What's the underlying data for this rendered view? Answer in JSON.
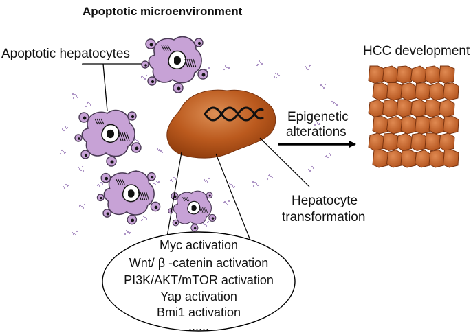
{
  "title": "Apoptotic microenvironment",
  "labels": {
    "apoptotic_hepatocytes": "Apoptotic hepatocytes",
    "hcc_development": "HCC development",
    "epigenetic_line1": "Epigenetic",
    "epigenetic_line2": "alterations",
    "transformation_line1": "Hepatocyte",
    "transformation_line2": "transformation"
  },
  "pathways": [
    "Myc activation",
    "Wnt/ β -catenin activation",
    "PI3K/AKT/mTOR activation",
    "Yap activation",
    "Bmi1 activation",
    "......"
  ],
  "colors": {
    "apoptotic_cell": "#c7a2d6",
    "cell_outline": "#4a3a55",
    "hepatocyte": "#b8531a",
    "hepatocyte_highlight": "#d98a4f",
    "tumor_cell": "#c96a2d",
    "tumor_outline": "#7a3410",
    "debris": "#a58ac0"
  }
}
